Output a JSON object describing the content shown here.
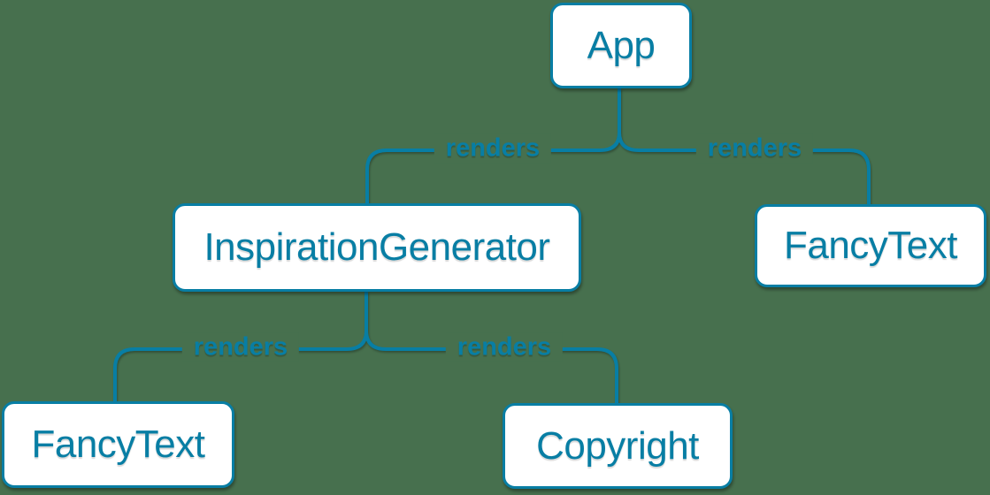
{
  "colors": {
    "background": "#47704e",
    "accent": "#087ea4",
    "node_fill": "#ffffff"
  },
  "nodes": [
    {
      "id": "app",
      "label": "App"
    },
    {
      "id": "inspiration-generator",
      "label": "InspirationGenerator"
    },
    {
      "id": "fancy-text-top",
      "label": "FancyText"
    },
    {
      "id": "fancy-text-bottom",
      "label": "FancyText"
    },
    {
      "id": "copyright",
      "label": "Copyright"
    }
  ],
  "edges": [
    {
      "from": "App",
      "to": "InspirationGenerator",
      "label": "renders"
    },
    {
      "from": "App",
      "to": "FancyText",
      "label": "renders"
    },
    {
      "from": "InspirationGenerator",
      "to": "FancyText",
      "label": "renders"
    },
    {
      "from": "InspirationGenerator",
      "to": "Copyright",
      "label": "renders"
    }
  ]
}
